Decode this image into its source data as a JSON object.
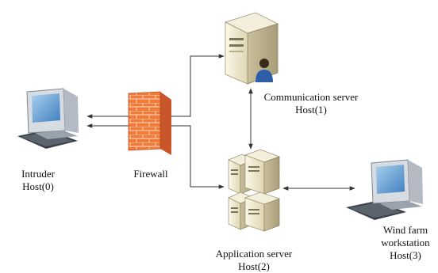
{
  "nodes": {
    "intruder": {
      "name": "Intruder",
      "host": "Host(0)"
    },
    "firewall": {
      "name": "Firewall"
    },
    "communication_server": {
      "name": "Communication server",
      "host": "Host(1)"
    },
    "application_server": {
      "name": "Application server",
      "host": "Host(2)"
    },
    "workstation": {
      "name_line1": "Wind farm",
      "name_line2": "workstation",
      "host": "Host(3)"
    }
  },
  "colors": {
    "firewall_brick": "#f07a3a",
    "server_body": "#efe9d4",
    "monitor_body": "#e9ecef",
    "screen": "#6fa7d6",
    "line": "#333333"
  }
}
